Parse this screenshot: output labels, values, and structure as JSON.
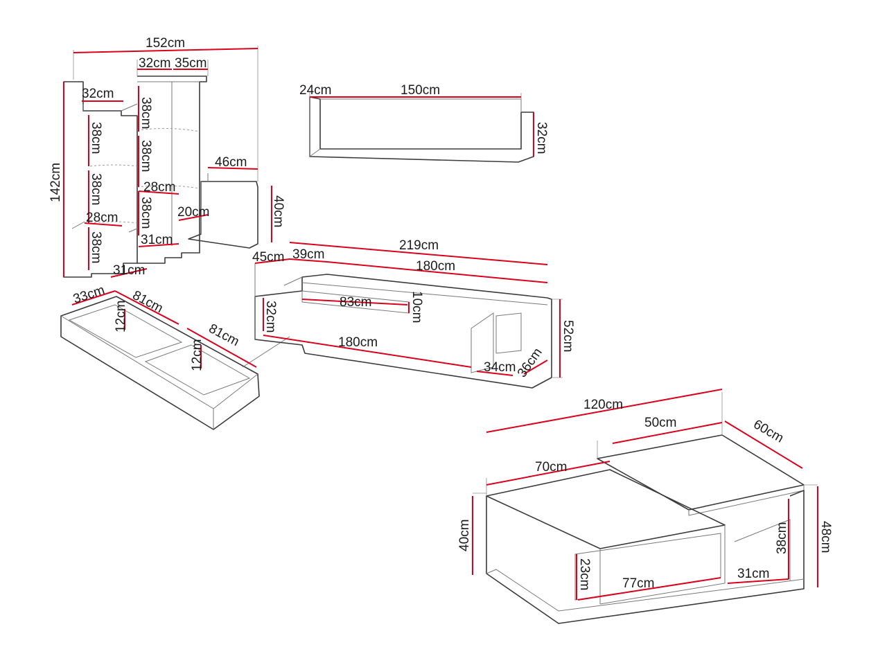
{
  "colors": {
    "dimension_line": "#d9001b",
    "outline": "#3a3a3a",
    "background": "#ffffff"
  },
  "cabinet_group": {
    "width_total": "152cm",
    "height_total": "142cm",
    "tower_depth": "32cm",
    "tower_width": "35cm",
    "left_unit_depth": "32cm",
    "tower_shelf_1": "38cm",
    "tower_shelf_2": "38cm",
    "tower_shelf_3": "38cm",
    "left_shelf_1": "38cm",
    "left_shelf_2": "38cm",
    "left_shelf_3": "38cm",
    "tower_inner_depth": "28cm",
    "left_inner_depth": "28cm",
    "tower_bottom_depth": "31cm",
    "left_bottom_depth": "31cm",
    "side_shelf_width": "46cm",
    "side_shelf_height": "40cm",
    "side_shelf_depth": "20cm"
  },
  "wall_shelf": {
    "depth": "24cm",
    "width": "150cm",
    "height": "32cm"
  },
  "drawer": {
    "depth": "33cm",
    "width_a": "81cm",
    "width_b": "81cm",
    "height_a": "12cm",
    "height_b": "12cm"
  },
  "tv_unit": {
    "width_total": "219cm",
    "depth_total": "45cm",
    "top_depth": "39cm",
    "top_width": "180cm",
    "open_shelf_width": "83cm",
    "open_shelf_height": "10cm",
    "drawer_height": "32cm",
    "drawer_width": "180cm",
    "drawer_depth": "34cm",
    "side_depth": "36cm",
    "height_total": "52cm"
  },
  "coffee_table": {
    "width_total": "120cm",
    "top_width": "50cm",
    "depth": "60cm",
    "base_width": "70cm",
    "base_height": "40cm",
    "total_height": "48cm",
    "inner_height": "38cm",
    "shelf_height": "23cm",
    "shelf_width": "77cm",
    "side_width": "31cm"
  }
}
